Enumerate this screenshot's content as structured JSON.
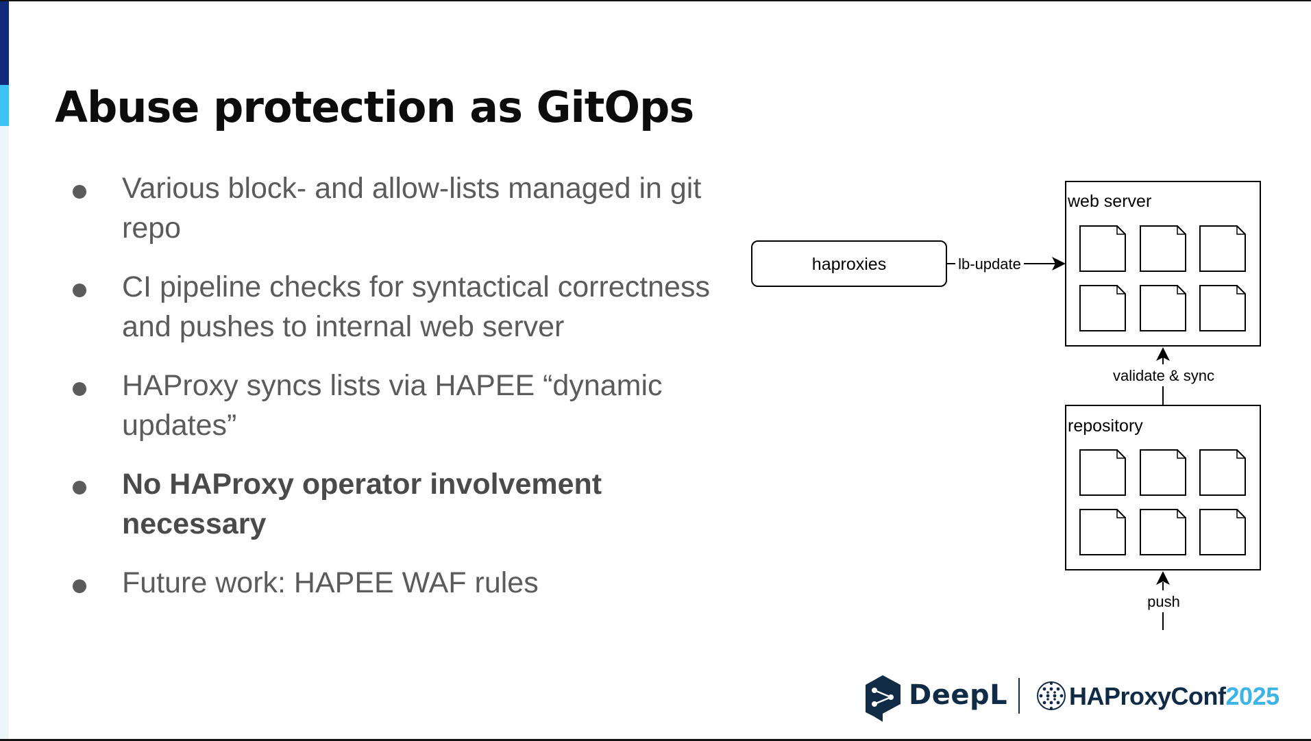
{
  "slide": {
    "title": "Abuse protection as GitOps",
    "bullets": [
      {
        "text": "Various block- and allow-lists managed in git repo",
        "bold": false
      },
      {
        "text": "CI pipeline checks for syntactical correctness and pushes to internal web server",
        "bold": false
      },
      {
        "text": "HAProxy syncs lists via HAPEE “dynamic updates”",
        "bold": false
      },
      {
        "text": "No HAProxy operator involvement necessary",
        "bold": true
      },
      {
        "text": "Future work: HAPEE WAF rules",
        "bold": false
      }
    ]
  },
  "diagram": {
    "haproxies_label": "haproxies",
    "lb_update_label": "lb-update",
    "web_server_label": "web server",
    "validate_sync_label": "validate & sync",
    "repository_label": "repository",
    "push_label": "push"
  },
  "footer": {
    "deepl_logo_text": "DeepL",
    "conf_logo_name": "HAProxyConf",
    "conf_logo_year": "2025"
  },
  "colors": {
    "navy": "#0f2b7a",
    "cyan": "#3cc3f4",
    "bullet_text": "#5b5b5b",
    "deepl_navy": "#0f2b46",
    "conf_blue": "#3cb4e8"
  }
}
